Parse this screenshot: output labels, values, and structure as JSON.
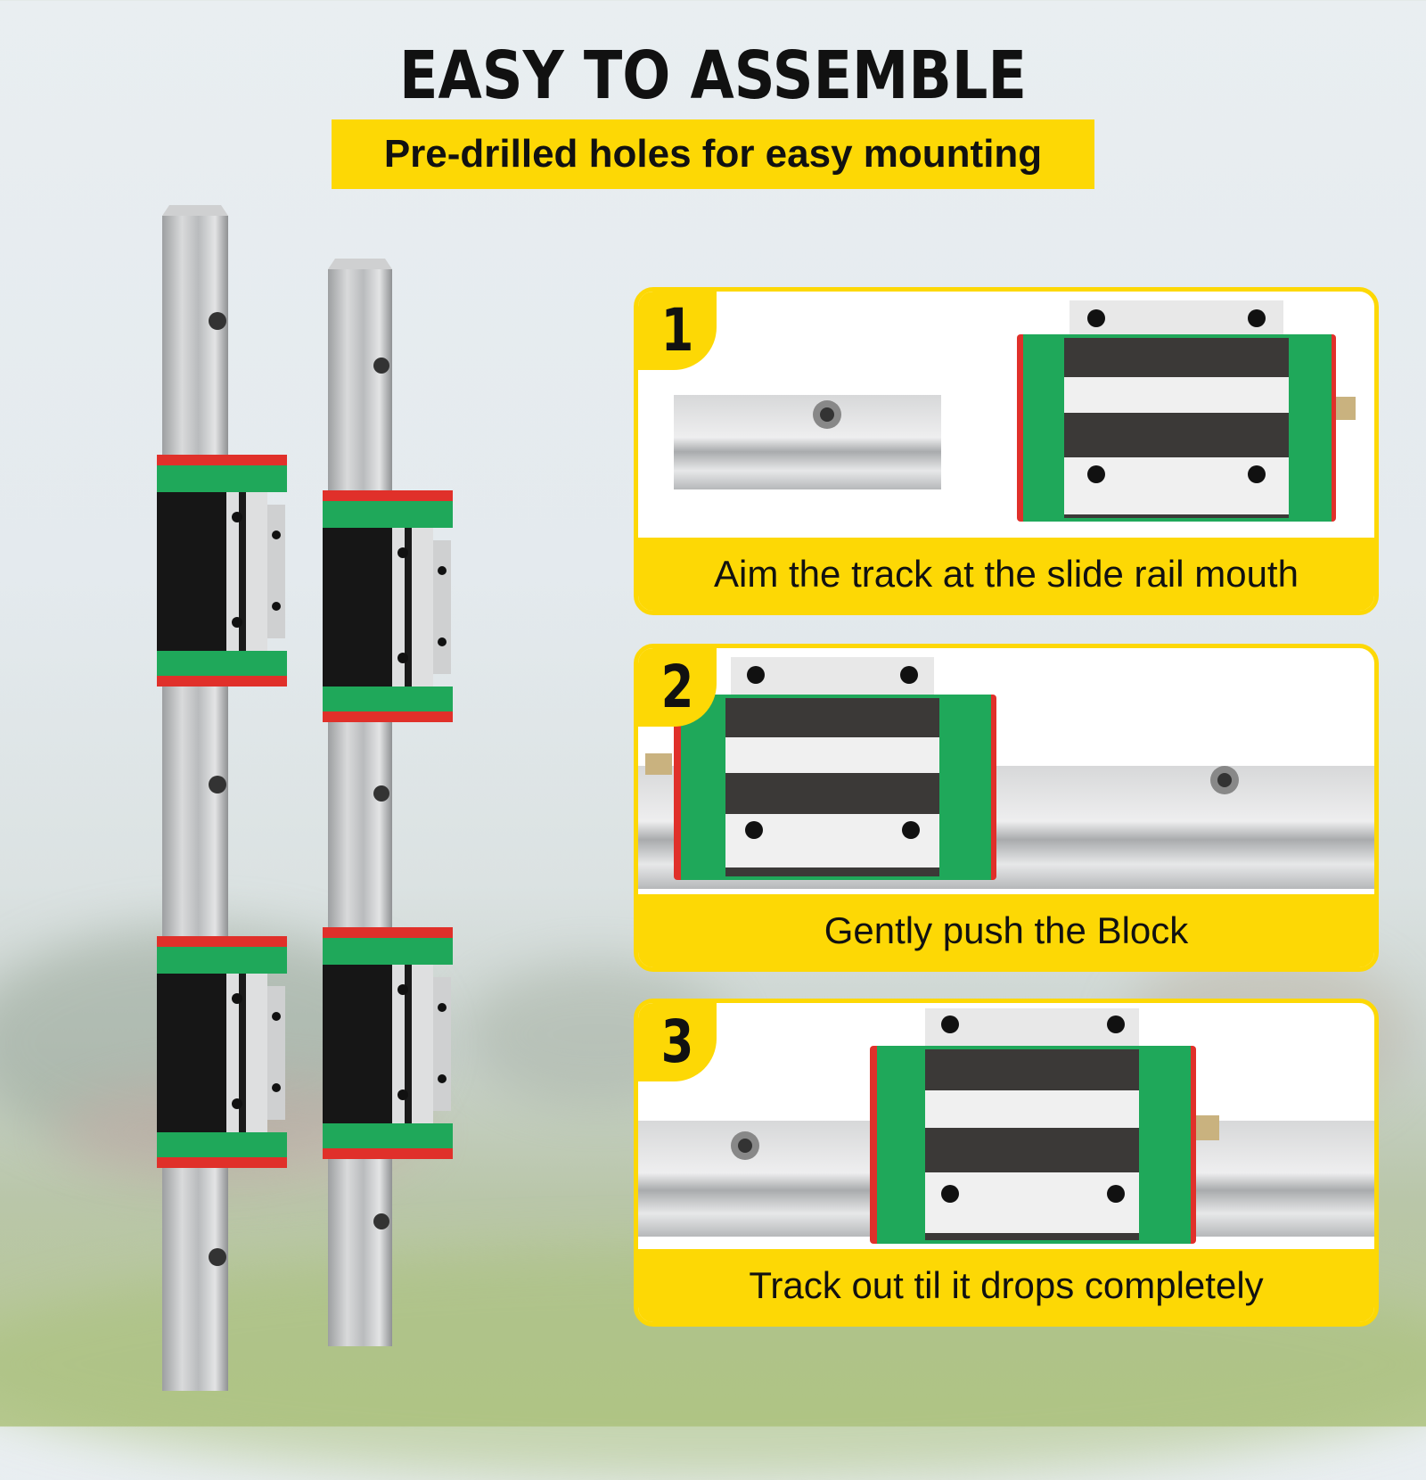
{
  "header": {
    "title": "EASY TO ASSEMBLE",
    "subtitle": "Pre-drilled holes for easy mounting"
  },
  "steps": [
    {
      "number": "1",
      "caption": "Aim the track at the slide rail mouth"
    },
    {
      "number": "2",
      "caption": "Gently push the Block"
    },
    {
      "number": "3",
      "caption": "Track out til it drops completely"
    }
  ],
  "colors": {
    "accent_yellow": "#fdd805",
    "block_green": "#1fa85a",
    "end_seal_red": "#e0302a",
    "rail_silver": "#c7c9cb",
    "block_black": "#1a1a1a"
  }
}
